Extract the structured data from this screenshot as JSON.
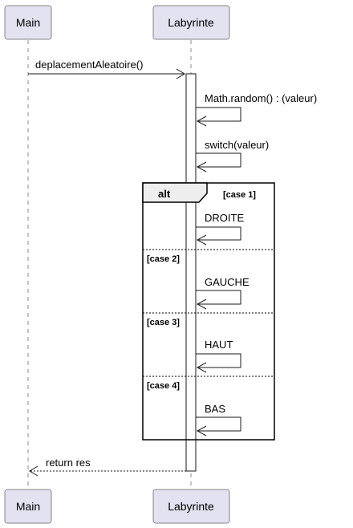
{
  "participants": {
    "main": "Main",
    "labyrinte": "Labyrinte"
  },
  "messages": {
    "call": "deplacementAleatoire()",
    "random": "Math.random() : (valeur)",
    "switch": "switch(valeur)",
    "droite": "DROITE",
    "gauche": "GAUCHE",
    "haut": "HAUT",
    "bas": "BAS",
    "return": "return res"
  },
  "alt": {
    "label": "alt",
    "guards": [
      "[case 1]",
      "[case 2]",
      "[case 3]",
      "[case 4]"
    ]
  }
}
